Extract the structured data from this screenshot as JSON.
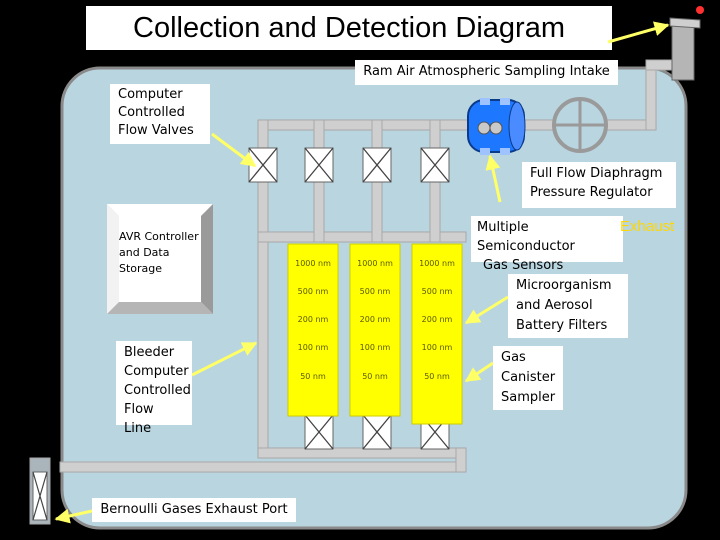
{
  "title": "Collection and Detection Diagram",
  "labels": {
    "ram_air": "Ram Air Atmospheric Sampling Intake",
    "computer_valves": [
      "Computer",
      "Controlled",
      "Flow Valves"
    ],
    "full_flow": [
      "Full Flow Diaphragm",
      "Pressure Regulator"
    ],
    "semiconductor": [
      "Multiple Semiconductor",
      "Gas Sensors"
    ],
    "exhaust": "Exhaust",
    "avr": [
      "AVR Controller",
      "and Data",
      "Storage"
    ],
    "microorganism": [
      "Microorganism",
      "and Aerosol",
      "Battery Filters"
    ],
    "gas_canister": [
      "Gas",
      "Canister",
      "Sampler"
    ],
    "bleeder": [
      "Bleeder",
      "Computer",
      "Controlled",
      "Flow Line"
    ],
    "bernoulli": "Bernoulli Gases Exhaust Port"
  },
  "filters": [
    [
      "1000 nm",
      "1000 nm",
      "1000 nm"
    ],
    [
      "500 nm",
      "500 nm",
      "500 nm"
    ],
    [
      "200 nm",
      "200 nm",
      "200 nm"
    ],
    [
      "100 nm",
      "100 nm",
      "100 nm"
    ],
    [
      "50 nm",
      "50 nm",
      "50 nm"
    ]
  ],
  "colors": {
    "background": "#000000",
    "chamber": "#b9d5e0",
    "pipe": "#bdbdbd",
    "filter": "#ffff00",
    "arrow": "#ffff66",
    "exhaust": "#ffd700"
  }
}
